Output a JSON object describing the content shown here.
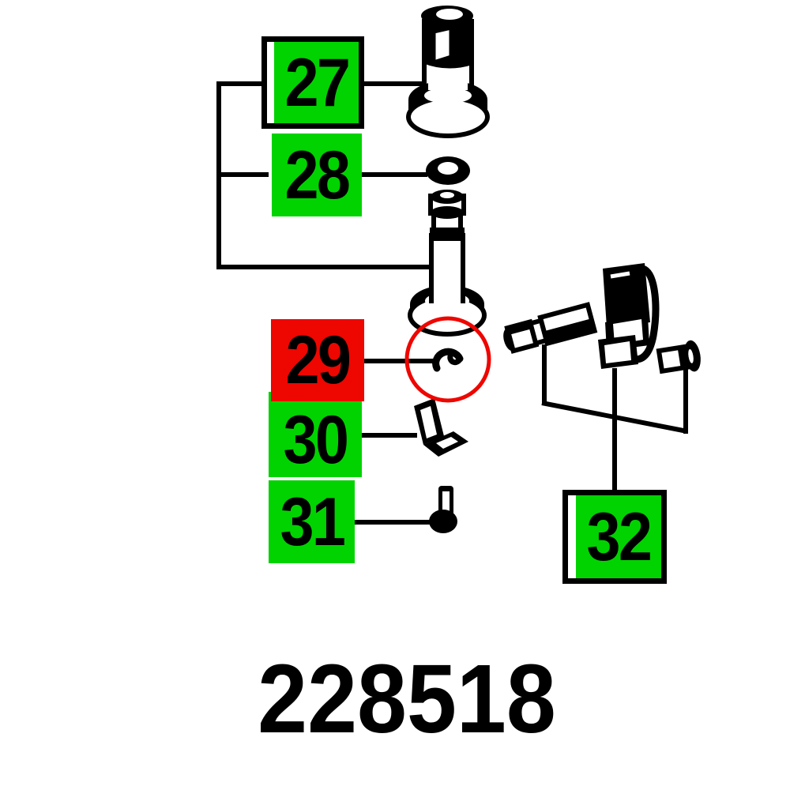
{
  "diagram": {
    "part_number": "228518",
    "labels": {
      "l27": {
        "text": "27",
        "highlight": "green",
        "bordered": true
      },
      "l28": {
        "text": "28",
        "highlight": "green",
        "bordered": false
      },
      "l29": {
        "text": "29",
        "highlight": "red",
        "bordered": false
      },
      "l30": {
        "text": "30",
        "highlight": "green",
        "bordered": false
      },
      "l31": {
        "text": "31",
        "highlight": "green",
        "bordered": false
      },
      "l32": {
        "text": "32",
        "highlight": "green",
        "bordered": true
      }
    },
    "selection": {
      "selected_label": "29",
      "marker": "red-circle"
    },
    "colors": {
      "green": "#00D300",
      "red": "#EE0600",
      "circle": "#EE0600",
      "line": "#000000",
      "bg": "#FFFFFF"
    }
  }
}
